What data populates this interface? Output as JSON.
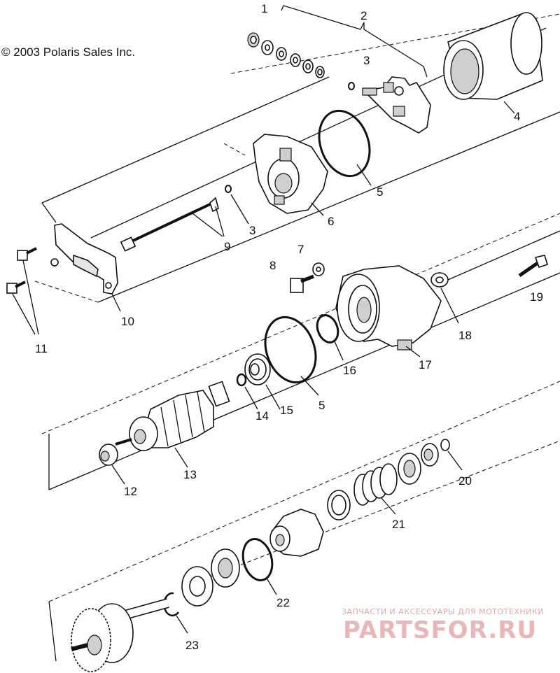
{
  "copyright": "© 2003 Polaris Sales Inc.",
  "watermark": {
    "tagline": "ЗАПЧАСТИ И АКСЕССУАРЫ ДЛЯ МОТОТЕХНИКИ",
    "brand": "PARTSFOR.RU"
  },
  "callouts": [
    "1",
    "2",
    "3",
    "4",
    "5",
    "6",
    "3",
    "9",
    "10",
    "11",
    "7",
    "8",
    "19",
    "18",
    "17",
    "16",
    "5",
    "14",
    "15",
    "13",
    "12",
    "20",
    "21",
    "22",
    "23"
  ]
}
